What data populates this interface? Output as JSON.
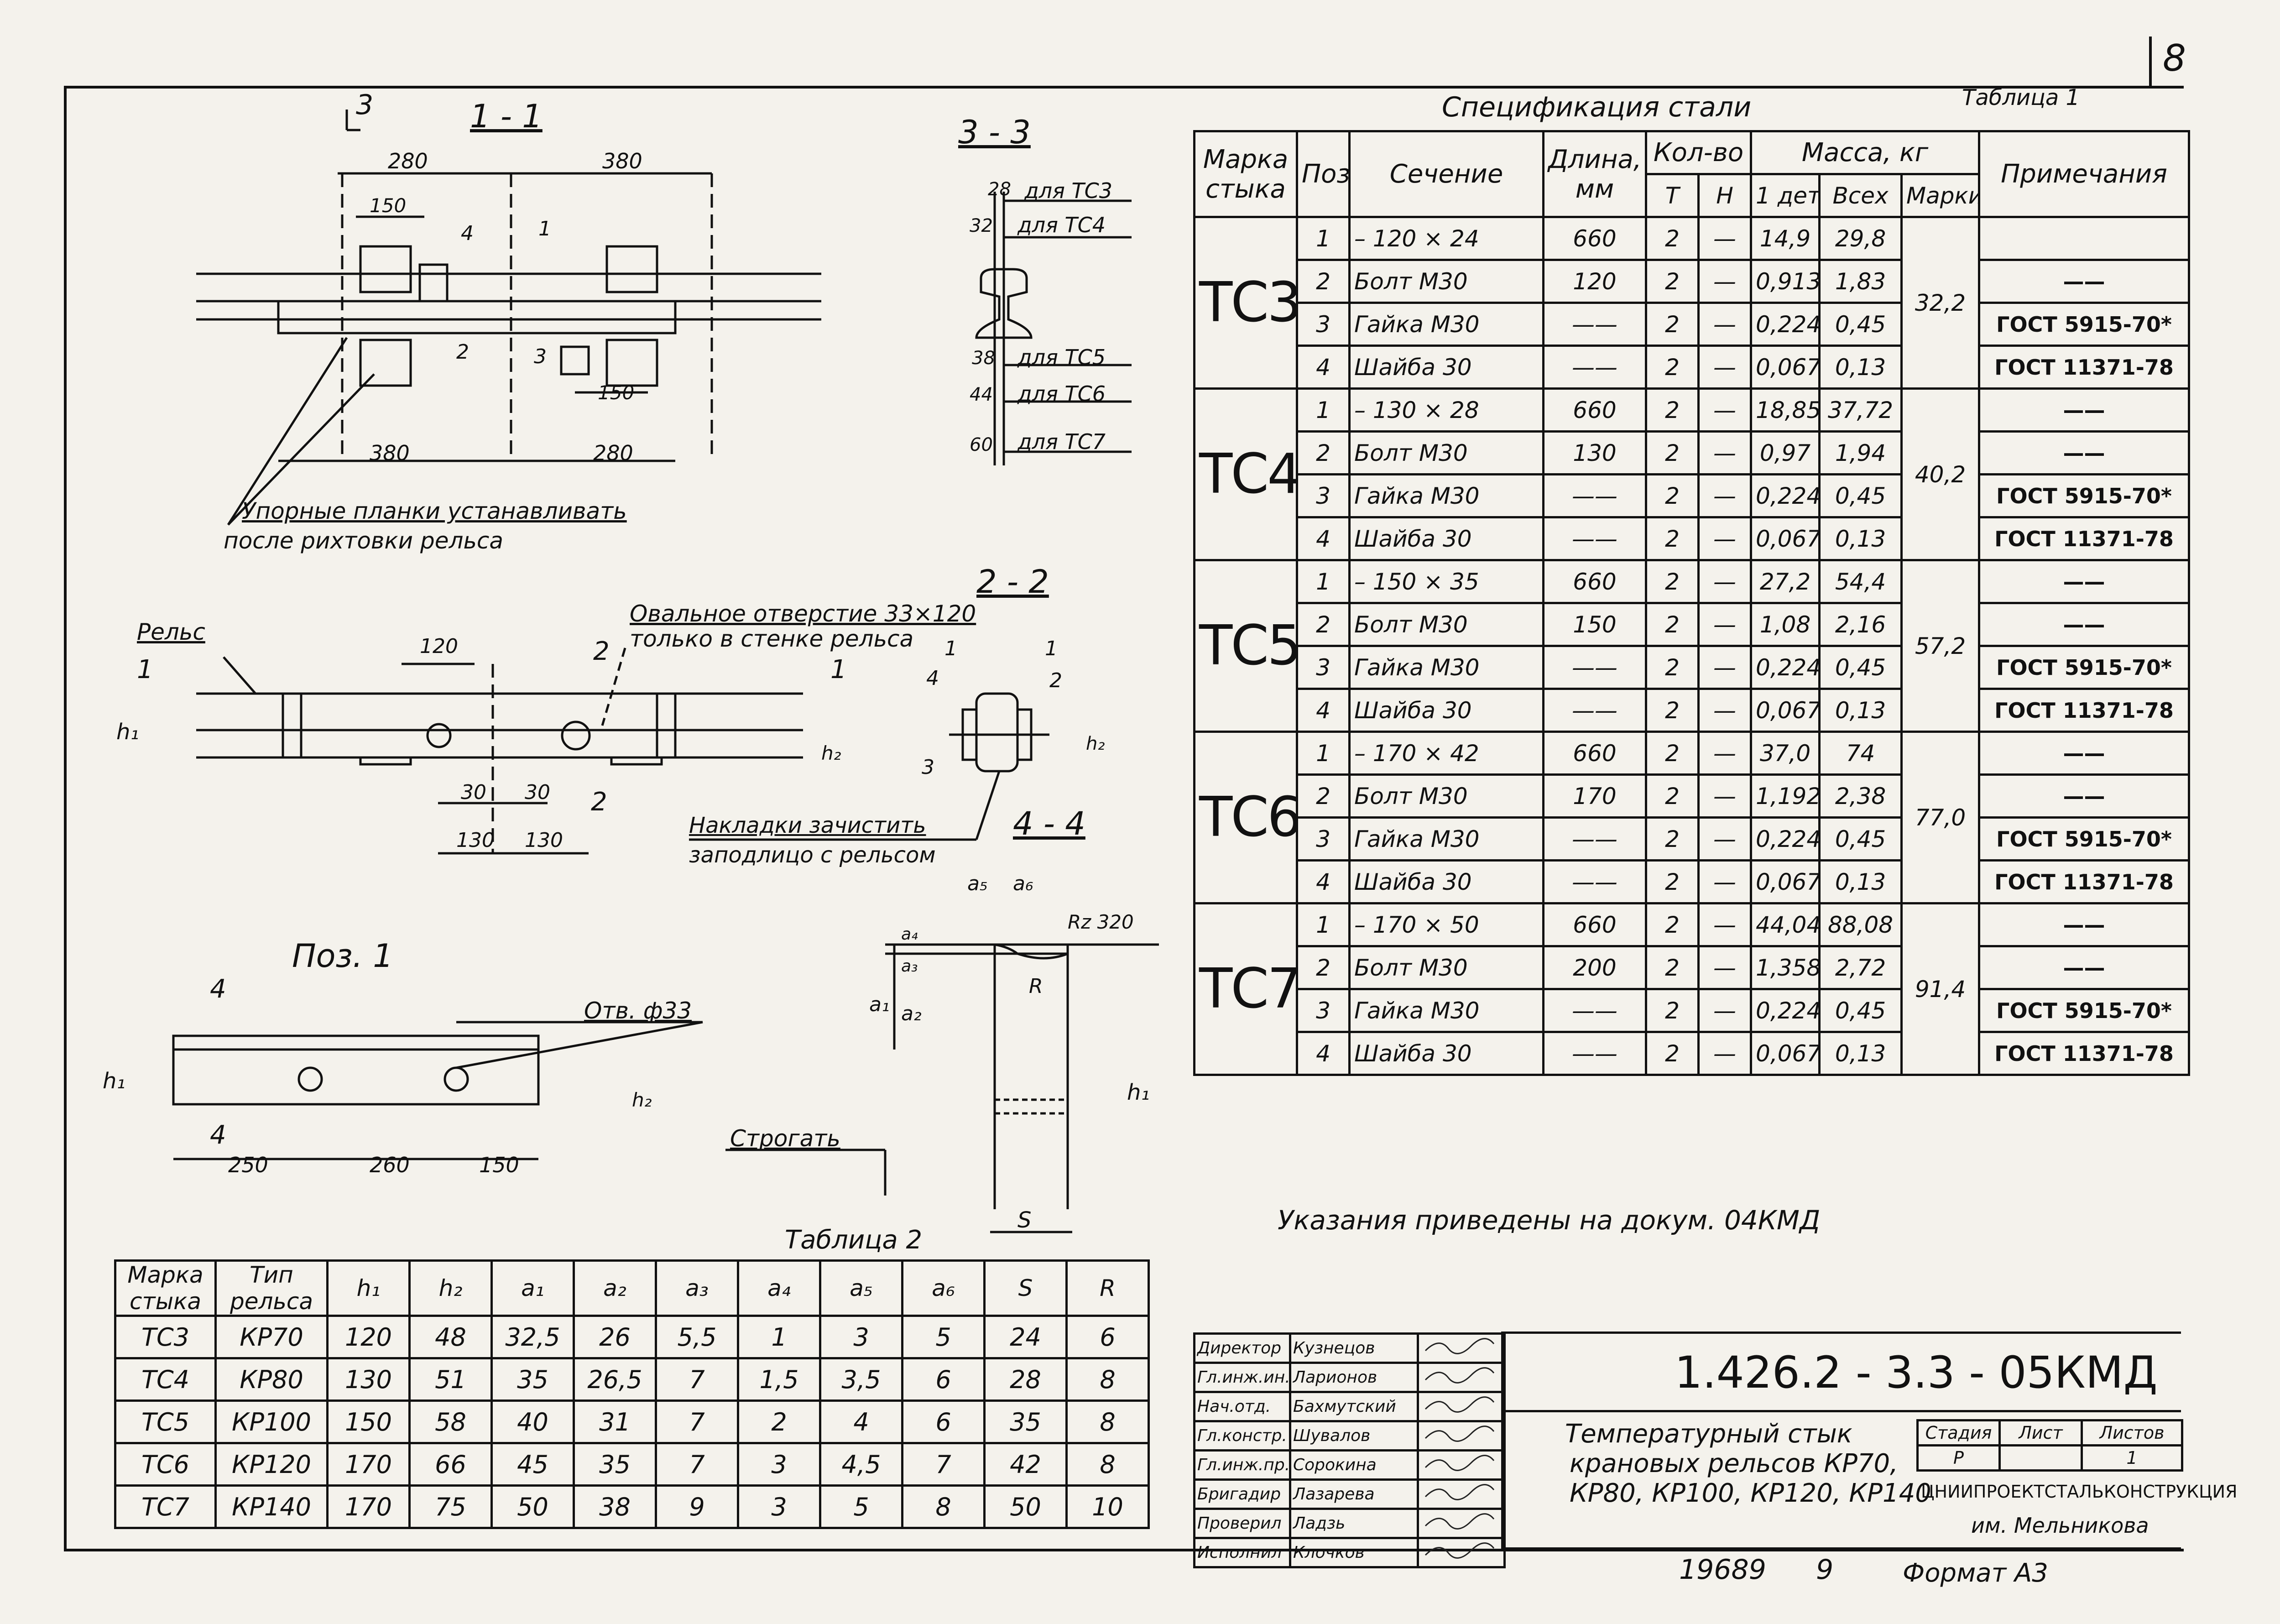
{
  "sheet_number": "8",
  "spec": {
    "title": "Спецификация стали",
    "table_label": "Таблица 1",
    "headers": {
      "mark": "Марка стыка",
      "pos": "Поз.",
      "section": "Сечение",
      "length": "Длина, мм",
      "qty": "Кол-во",
      "qty_t": "Т",
      "qty_n": "Н",
      "mass": "Масса, кг",
      "mass_one": "1 дет",
      "mass_all": "Всех",
      "mass_mark": "Марки",
      "note": "Примечания"
    },
    "groups": [
      {
        "mark": "ТС3",
        "mark_mass": "32,2",
        "rows": [
          {
            "pos": "1",
            "section": "– 120 × 24",
            "length": "660",
            "t": "2",
            "n": "—",
            "one": "14,9",
            "all": "29,8",
            "note": ""
          },
          {
            "pos": "2",
            "section": "Болт М30",
            "length": "120",
            "t": "2",
            "n": "—",
            "one": "0,913",
            "all": "1,83",
            "note": "——"
          },
          {
            "pos": "3",
            "section": "Гайка М30",
            "length": "——",
            "t": "2",
            "n": "—",
            "one": "0,224",
            "all": "0,45",
            "note": "ГОСТ 5915-70*"
          },
          {
            "pos": "4",
            "section": "Шайба 30",
            "length": "——",
            "t": "2",
            "n": "—",
            "one": "0,067",
            "all": "0,13",
            "note": "ГОСТ 11371-78"
          }
        ]
      },
      {
        "mark": "ТС4",
        "mark_mass": "40,2",
        "rows": [
          {
            "pos": "1",
            "section": "– 130 × 28",
            "length": "660",
            "t": "2",
            "n": "—",
            "one": "18,85",
            "all": "37,72",
            "note": "——"
          },
          {
            "pos": "2",
            "section": "Болт М30",
            "length": "130",
            "t": "2",
            "n": "—",
            "one": "0,97",
            "all": "1,94",
            "note": "——"
          },
          {
            "pos": "3",
            "section": "Гайка М30",
            "length": "——",
            "t": "2",
            "n": "—",
            "one": "0,224",
            "all": "0,45",
            "note": "ГОСТ 5915-70*"
          },
          {
            "pos": "4",
            "section": "Шайба 30",
            "length": "——",
            "t": "2",
            "n": "—",
            "one": "0,067",
            "all": "0,13",
            "note": "ГОСТ 11371-78"
          }
        ]
      },
      {
        "mark": "ТС5",
        "mark_mass": "57,2",
        "rows": [
          {
            "pos": "1",
            "section": "– 150 × 35",
            "length": "660",
            "t": "2",
            "n": "—",
            "one": "27,2",
            "all": "54,4",
            "note": "——"
          },
          {
            "pos": "2",
            "section": "Болт М30",
            "length": "150",
            "t": "2",
            "n": "—",
            "one": "1,08",
            "all": "2,16",
            "note": "——"
          },
          {
            "pos": "3",
            "section": "Гайка М30",
            "length": "——",
            "t": "2",
            "n": "—",
            "one": "0,224",
            "all": "0,45",
            "note": "ГОСТ 5915-70*"
          },
          {
            "pos": "4",
            "section": "Шайба 30",
            "length": "——",
            "t": "2",
            "n": "—",
            "one": "0,067",
            "all": "0,13",
            "note": "ГОСТ 11371-78"
          }
        ]
      },
      {
        "mark": "ТС6",
        "mark_mass": "77,0",
        "rows": [
          {
            "pos": "1",
            "section": "– 170 × 42",
            "length": "660",
            "t": "2",
            "n": "—",
            "one": "37,0",
            "all": "74",
            "note": "——"
          },
          {
            "pos": "2",
            "section": "Болт М30",
            "length": "170",
            "t": "2",
            "n": "—",
            "one": "1,192",
            "all": "2,38",
            "note": "——"
          },
          {
            "pos": "3",
            "section": "Гайка М30",
            "length": "——",
            "t": "2",
            "n": "—",
            "one": "0,224",
            "all": "0,45",
            "note": "ГОСТ 5915-70*"
          },
          {
            "pos": "4",
            "section": "Шайба 30",
            "length": "——",
            "t": "2",
            "n": "—",
            "one": "0,067",
            "all": "0,13",
            "note": "ГОСТ 11371-78"
          }
        ]
      },
      {
        "mark": "ТС7",
        "mark_mass": "91,4",
        "rows": [
          {
            "pos": "1",
            "section": "– 170 × 50",
            "length": "660",
            "t": "2",
            "n": "—",
            "one": "44,04",
            "all": "88,08",
            "note": "——"
          },
          {
            "pos": "2",
            "section": "Болт М30",
            "length": "200",
            "t": "2",
            "n": "—",
            "one": "1,358",
            "all": "2,72",
            "note": "——"
          },
          {
            "pos": "3",
            "section": "Гайка М30",
            "length": "——",
            "t": "2",
            "n": "—",
            "one": "0,224",
            "all": "0,45",
            "note": "ГОСТ 5915-70*"
          },
          {
            "pos": "4",
            "section": "Шайба 30",
            "length": "——",
            "t": "2",
            "n": "—",
            "one": "0,067",
            "all": "0,13",
            "note": "ГОСТ 11371-78"
          }
        ]
      }
    ]
  },
  "table2": {
    "label": "Таблица 2",
    "headers": [
      "Марка стыка",
      "Тип рельса",
      "h₁",
      "h₂",
      "a₁",
      "a₂",
      "a₃",
      "a₄",
      "a₅",
      "a₆",
      "S",
      "R"
    ],
    "rows": [
      [
        "ТС3",
        "КР70",
        "120",
        "48",
        "32,5",
        "26",
        "5,5",
        "1",
        "3",
        "5",
        "24",
        "6"
      ],
      [
        "ТС4",
        "КР80",
        "130",
        "51",
        "35",
        "26,5",
        "7",
        "1,5",
        "3,5",
        "6",
        "28",
        "8"
      ],
      [
        "ТС5",
        "КР100",
        "150",
        "58",
        "40",
        "31",
        "7",
        "2",
        "4",
        "6",
        "35",
        "8"
      ],
      [
        "ТС6",
        "КР120",
        "170",
        "66",
        "45",
        "35",
        "7",
        "3",
        "4,5",
        "7",
        "42",
        "8"
      ],
      [
        "ТС7",
        "КР140",
        "170",
        "75",
        "50",
        "38",
        "9",
        "3",
        "5",
        "8",
        "50",
        "10"
      ]
    ]
  },
  "drawing": {
    "s11": {
      "title": "1 - 1",
      "d280": "280",
      "d380": "380",
      "d150": "150",
      "b380": "380",
      "b280": "280",
      "b150": "150",
      "cut": "3",
      "c1": "1",
      "c2": "2",
      "c3": "3",
      "c4": "4",
      "n1": "Упорные планки устанавливать",
      "n2": "после рихтовки рельса"
    },
    "s33": {
      "title": "3 - 3",
      "r1v": "28",
      "r1": "для ТС3",
      "r2v": "32",
      "r2": "для ТС4",
      "r3v": "38",
      "r3": "для ТС5",
      "r4v": "44",
      "r4": "для ТС6",
      "r5v": "60",
      "r5": "для ТС7"
    },
    "s22": {
      "title": "2 - 2",
      "rail": "Рельс",
      "oval1": "Овальное отверстие 33×120",
      "oval2": "только в стенке рельса",
      "d120": "120",
      "d30a": "30",
      "d30b": "30",
      "d130a": "130",
      "d130b": "130",
      "h1": "h₁",
      "h2": "h₂",
      "cut1": "1",
      "cut2": "2",
      "c1": "1",
      "c2": "2",
      "c4": "4",
      "c3": "3",
      "over1": "Накладки зачистить",
      "over2": "заподлицо с рельсом"
    },
    "s44": {
      "title": "4 - 4",
      "a5": "a₅",
      "a6": "a₆",
      "rz": "Rz 320",
      "a4": "a₄",
      "a3": "a₃",
      "a1": "a₁",
      "a2": "a₂",
      "r": "R",
      "h1": "h₁",
      "plane": "Строгать",
      "s": "S"
    },
    "pos1": {
      "title": "Поз. 1",
      "cut": "4",
      "hole": "Отв. ф33",
      "h1": "h₁",
      "h2": "h₂",
      "d250": "250",
      "d260": "260",
      "d150": "150"
    }
  },
  "note_main": "Указания приведены на докум. 04КМД",
  "title_block": {
    "code": "1.426.2 - 3.3 - 05КМД",
    "title": [
      "Температурный стык",
      "крановых рельсов КР70,",
      "КР80, КР100, КР120, КР140"
    ],
    "stage_h": "Стадия",
    "sheet_h": "Лист",
    "sheets_h": "Листов",
    "stage": "Р",
    "sheets": "1",
    "org": "ЦНИИПРОЕКТСТАЛЬКОНСТРУКЦИЯ",
    "org2": "им. Мельникова",
    "people": [
      {
        "role": "Директор",
        "name": "Кузнецов"
      },
      {
        "role": "Гл.инж.ин.",
        "name": "Ларионов"
      },
      {
        "role": "Нач.отд.",
        "name": "Бахмутский"
      },
      {
        "role": "Гл.констр.",
        "name": "Шувалов"
      },
      {
        "role": "Гл.инж.пр.",
        "name": "Сорокина"
      },
      {
        "role": "Бригадир",
        "name": "Лазарева"
      },
      {
        "role": "Проверил",
        "name": "Ладзь"
      },
      {
        "role": "Исполнил",
        "name": "Клочков"
      }
    ]
  },
  "footer": {
    "inv": "19689",
    "num": "9",
    "format": "Формат А3"
  }
}
